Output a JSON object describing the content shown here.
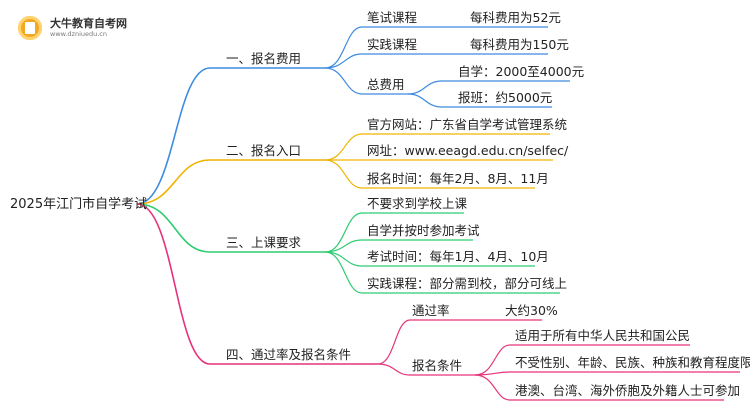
{
  "logo": {
    "title": "大牛教育自考网",
    "url": "www.dzniuedu.cn"
  },
  "root": "2025年江门市自学考试",
  "branches": [
    {
      "label": "一、报名费用",
      "color": "#3d8be0",
      "children": [
        {
          "label": "笔试课程",
          "value": "每科费用为52元"
        },
        {
          "label": "实践课程",
          "value": "每科费用为150元"
        },
        {
          "label": "总费用",
          "subs": [
            "自学：2000至4000元",
            "报班：约5000元"
          ]
        }
      ]
    },
    {
      "label": "二、报名入口",
      "color": "#f0b400",
      "children": [
        {
          "label": "官方网站：广东省自学考试管理系统"
        },
        {
          "label": "网址：www.eeagd.edu.cn/selfec/"
        },
        {
          "label": "报名时间：每年2月、8月、11月"
        }
      ]
    },
    {
      "label": "三、上课要求",
      "color": "#2ecc71",
      "children": [
        {
          "label": "不要求到学校上课"
        },
        {
          "label": "自学并按时参加考试"
        },
        {
          "label": "考试时间：每年1月、4月、10月"
        },
        {
          "label": "实践课程：部分需到校，部分可线上"
        }
      ]
    },
    {
      "label": "四、通过率及报名条件",
      "color": "#e6337a",
      "children": [
        {
          "label": "通过率",
          "value": "大约30%"
        },
        {
          "label": "报名条件",
          "subs": [
            "适用于所有中华人民共和国公民",
            "不受性别、年龄、民族、种族和教育程度限制",
            "港澳、台湾、海外侨胞及外籍人士可参加"
          ]
        }
      ]
    }
  ]
}
